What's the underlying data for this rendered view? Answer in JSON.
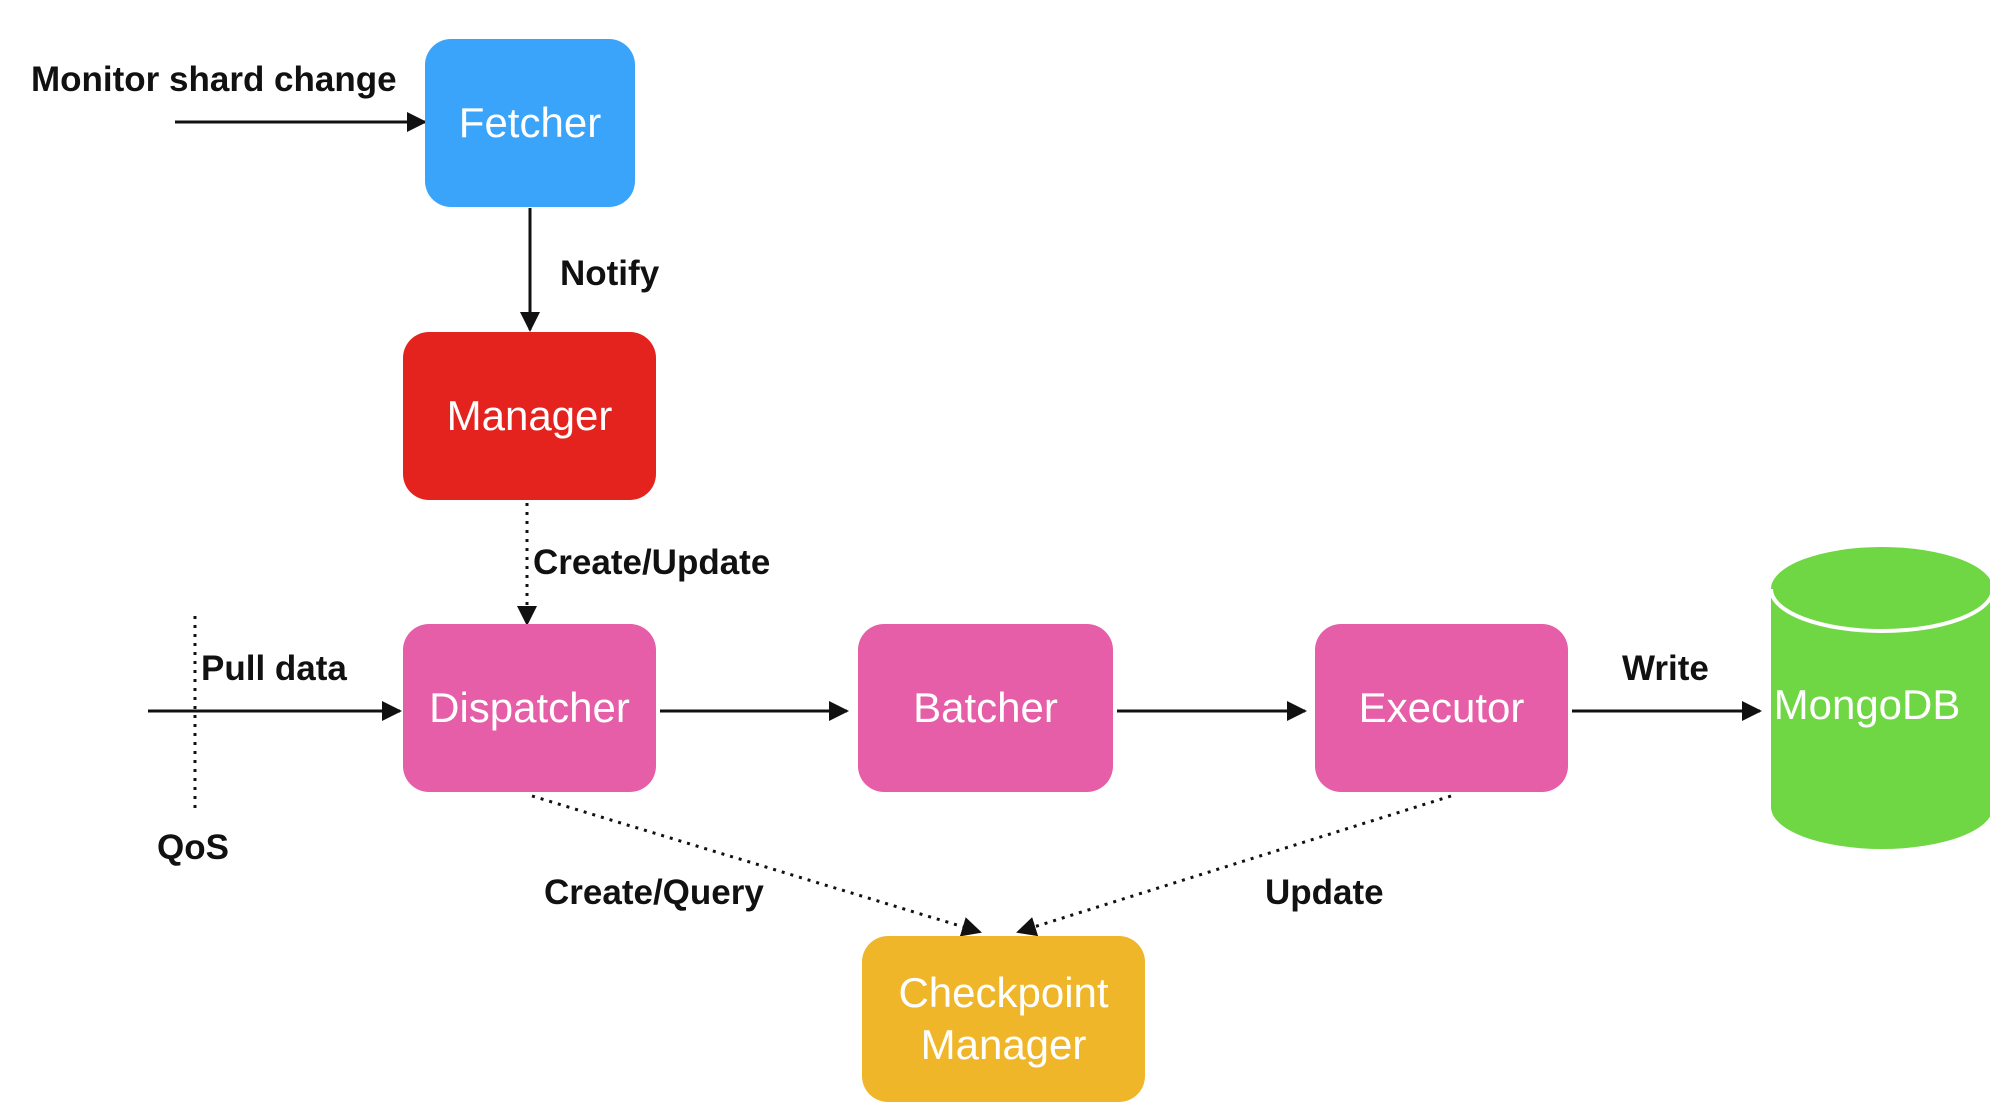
{
  "colors": {
    "fetcher": "#3aa4fb",
    "manager": "#e4231f",
    "pipeline": "#e65ea7",
    "checkpoint": "#f0b62a",
    "mongodb": "#6fd644",
    "line": "#111111"
  },
  "nodes": {
    "fetcher": "Fetcher",
    "manager": "Manager",
    "dispatcher": "Dispatcher",
    "batcher": "Batcher",
    "executor": "Executor",
    "checkpoint_manager": "Checkpoint\nManager",
    "mongodb": "MongoDB"
  },
  "edge_labels": {
    "monitor": "Monitor shard change",
    "notify": "Notify",
    "create_update": "Create/Update",
    "pull_data": "Pull data",
    "qos": "QoS",
    "write": "Write",
    "create_query": "Create/Query",
    "update": "Update"
  }
}
